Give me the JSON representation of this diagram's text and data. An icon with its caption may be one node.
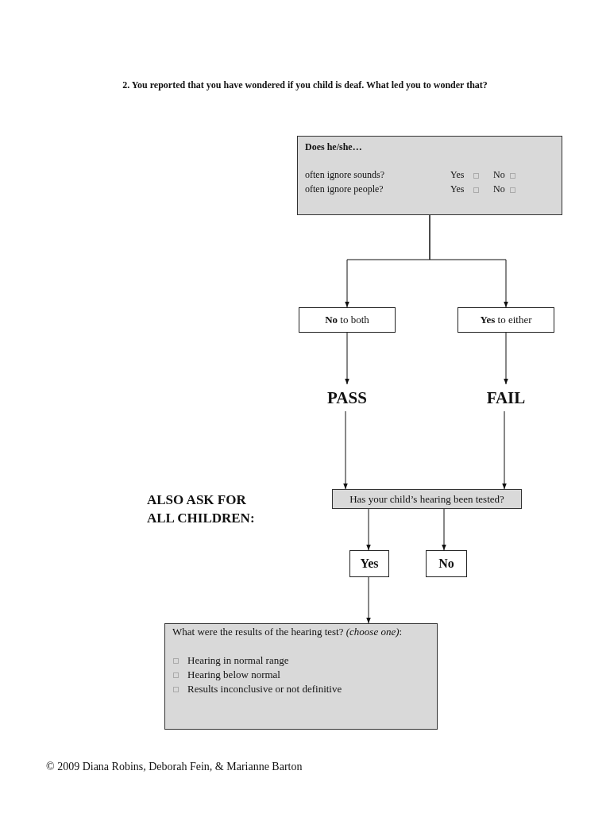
{
  "diagram": {
    "nodes": [
      {
        "text": [
          "Does he/she…",
          "often ignore sounds?",
          "Yes",
          "No",
          "often ignore people?",
          "Yes",
          "No"
        ]
      },
      {
        "text": [
          "**No** to both"
        ]
      },
      {
        "text": [
          "**Yes** to either"
        ]
      },
      {
        "text": [
          "PASS"
        ]
      },
      {
        "text": [
          "FAIL"
        ]
      },
      {
        "text": [
          "Has your child’s hearing been tested?"
        ]
      },
      {
        "text": [
          "Yes"
        ]
      },
      {
        "text": [
          "No"
        ]
      },
      {
        "text": [
          "What were the results of the hearing test? *(choose one)*:",
          "Hearing in normal range",
          "Hearing below normal",
          "Results inconclusive or not definitive"
        ]
      }
    ],
    "edges": [
      {
        "from": 0,
        "to": 1,
        "arrow": "to"
      },
      {
        "from": 0,
        "to": 2,
        "arrow": "to"
      },
      {
        "from": 1,
        "to": 3,
        "arrow": "to"
      },
      {
        "from": 2,
        "to": 4,
        "arrow": "to"
      },
      {
        "from": 3,
        "to": 5,
        "arrow": "to"
      },
      {
        "from": 4,
        "to": 5,
        "arrow": "to"
      },
      {
        "from": 5,
        "to": 6,
        "arrow": "to"
      },
      {
        "from": 5,
        "to": 7,
        "arrow": "to"
      },
      {
        "from": 6,
        "to": 8,
        "arrow": "to"
      }
    ],
    "labels": [
      "2. You reported that you have wondered if you child is deaf. What led you to wonder that?",
      "ALSO ASK FOR ALL CHILDREN:",
      "© 2009 Diana Robins, Deborah Fein, & Marianne Barton"
    ]
  }
}
